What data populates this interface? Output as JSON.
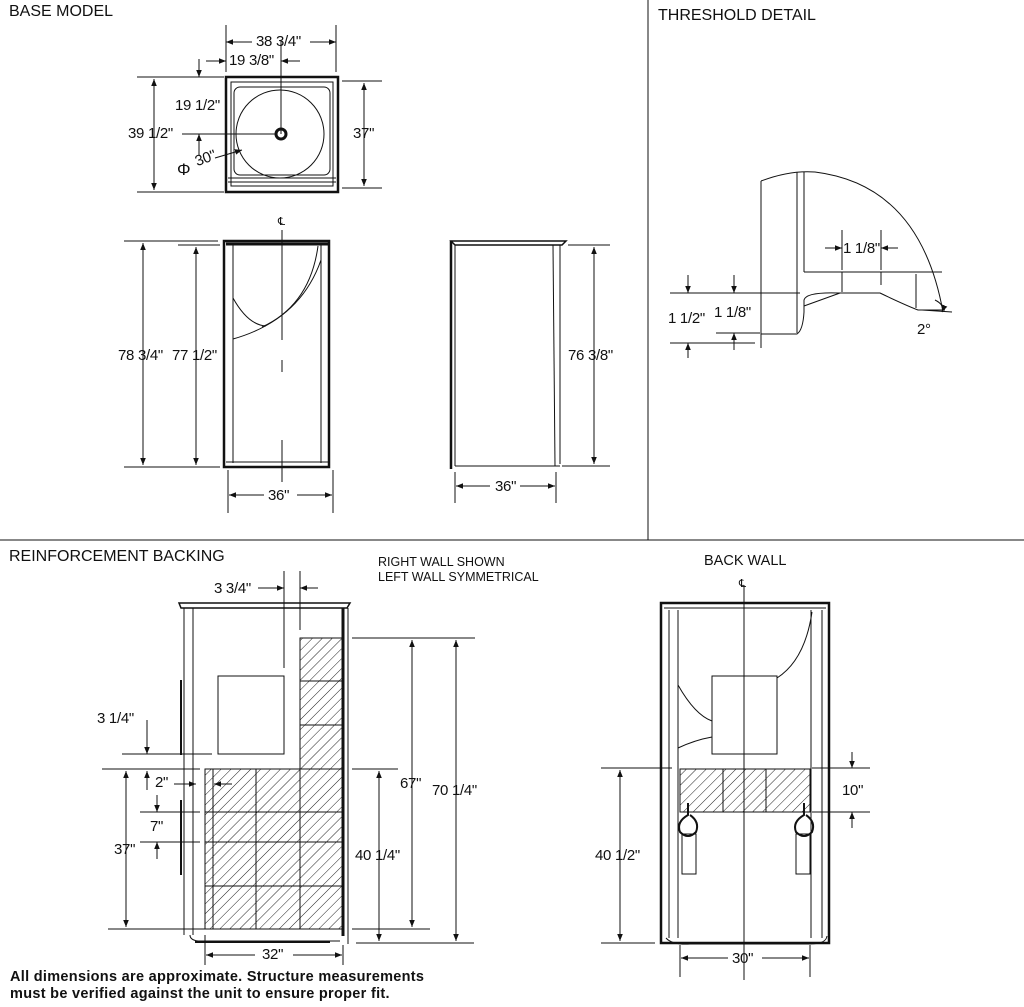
{
  "sections": {
    "base_model": "BASE MODEL",
    "threshold_detail": "THRESHOLD DETAIL",
    "reinforcement_backing": "REINFORCEMENT BACKING",
    "back_wall": "BACK WALL"
  },
  "notes": {
    "right_wall": "RIGHT WALL SHOWN",
    "left_wall": "LEFT WALL SYMMETRICAL"
  },
  "centerline_symbol": "℄",
  "dimensions": {
    "plan_width_outer": "38 3/4\"",
    "plan_drain_offset_x": "19 3/8\"",
    "plan_drain_offset_y": "19 1/2\"",
    "plan_depth_outer": "39 1/2\"",
    "plan_depth_inner": "37\"",
    "plan_diameter": "30\"",
    "plan_diameter_symbol": "Φ",
    "front_height_outer": "78 3/4\"",
    "front_height_inner": "77 1/2\"",
    "front_width": "36\"",
    "side_height": "76 3/8\"",
    "side_width": "36\"",
    "threshold_width": "1 1/8\"",
    "threshold_height_outer": "1 1/2\"",
    "threshold_height_inner": "1 1/8\"",
    "threshold_angle": "2°",
    "rb_top_offset": "3 3/4\"",
    "rb_window_gap": "3 1/4\"",
    "rb_side_gap": "2\"",
    "rb_grab_gap": "7\"",
    "rb_lower_height": "37\"",
    "rb_upper_height": "67\"",
    "rb_total_height": "70 1/4\"",
    "rb_panel_height": "40 1/4\"",
    "rb_width": "32\"",
    "bw_band_height": "10\"",
    "bw_height": "40 1/2\"",
    "bw_width": "30\""
  },
  "footer": {
    "line1": "All dimensions are approximate. Structure measurements",
    "line2": "must be verified against the unit to ensure proper fit."
  }
}
